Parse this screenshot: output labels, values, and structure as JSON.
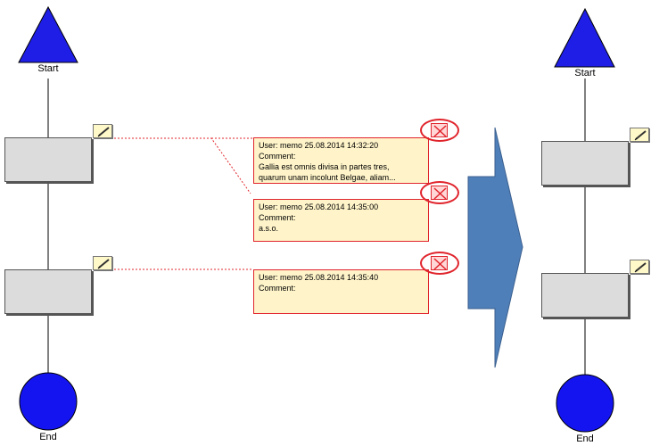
{
  "left_diagram": {
    "start_label": "Start",
    "end_label": "End"
  },
  "right_diagram": {
    "start_label": "Start",
    "end_label": "End"
  },
  "memos": [
    {
      "user_line": "User: memo  25.08.2014 14:32:20",
      "comment_label": "Comment:",
      "comment_lines": [
        "Gallia est omnis divisa in partes tres,",
        "quarum unam incolunt Belgae, aliam..."
      ]
    },
    {
      "user_line": "User: memo  25.08.2014 14:35:00",
      "comment_label": "Comment:",
      "comment_lines": [
        "a.s.o."
      ]
    },
    {
      "user_line": "User: memo  25.08.2014 14:35:40",
      "comment_label": "Comment:",
      "comment_lines": []
    }
  ],
  "colors": {
    "start_event": "#1e1ee6",
    "end_event": "#1414f0",
    "transition_arrow": "#4f7fb9",
    "memo_border": "#e0242c",
    "memo_fill": "#fff4c9",
    "activity_fill": "#dcdcdc"
  },
  "icons": {
    "note": "pencil-note-icon",
    "delete": "delete-x-icon"
  }
}
